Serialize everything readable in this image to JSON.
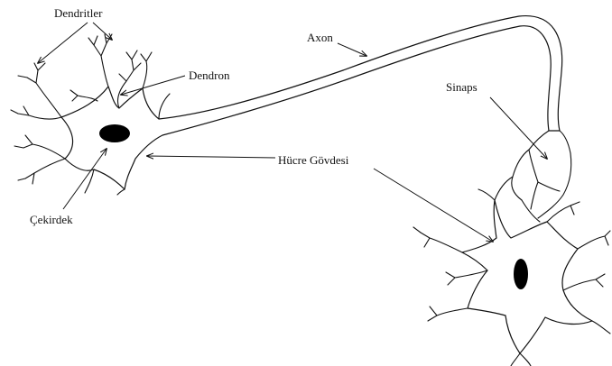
{
  "labels": {
    "dendrites": "Dendritler",
    "dendron": "Dendron",
    "axon": "Axon",
    "synapse": "Sinaps",
    "cell_body": "Hücre Gövdesi",
    "nucleus": "Çekirdek"
  },
  "colors": {
    "ink": "#111111",
    "background": "#ffffff",
    "nucleus_fill": "#000000"
  }
}
